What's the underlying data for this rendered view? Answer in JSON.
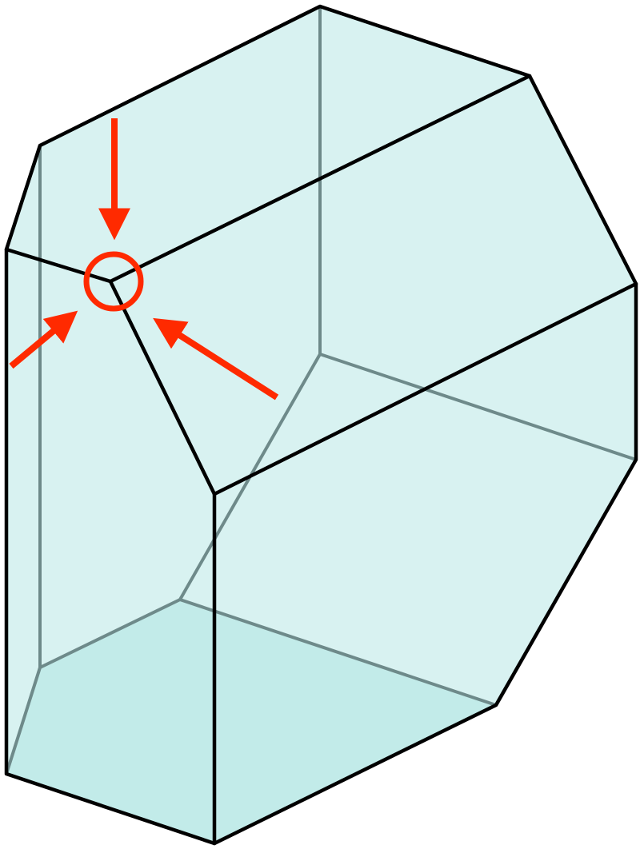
{
  "figure": {
    "subject": "prism-solid",
    "colors": {
      "face_fill": "#a8e2e1",
      "visible_edge": "#000000",
      "hidden_edge": "#6e8a8a",
      "highlight": "#ff2a00",
      "background": "#ffffff"
    },
    "highlighted_vertex": "marked-corner",
    "arrow_count": 3
  }
}
